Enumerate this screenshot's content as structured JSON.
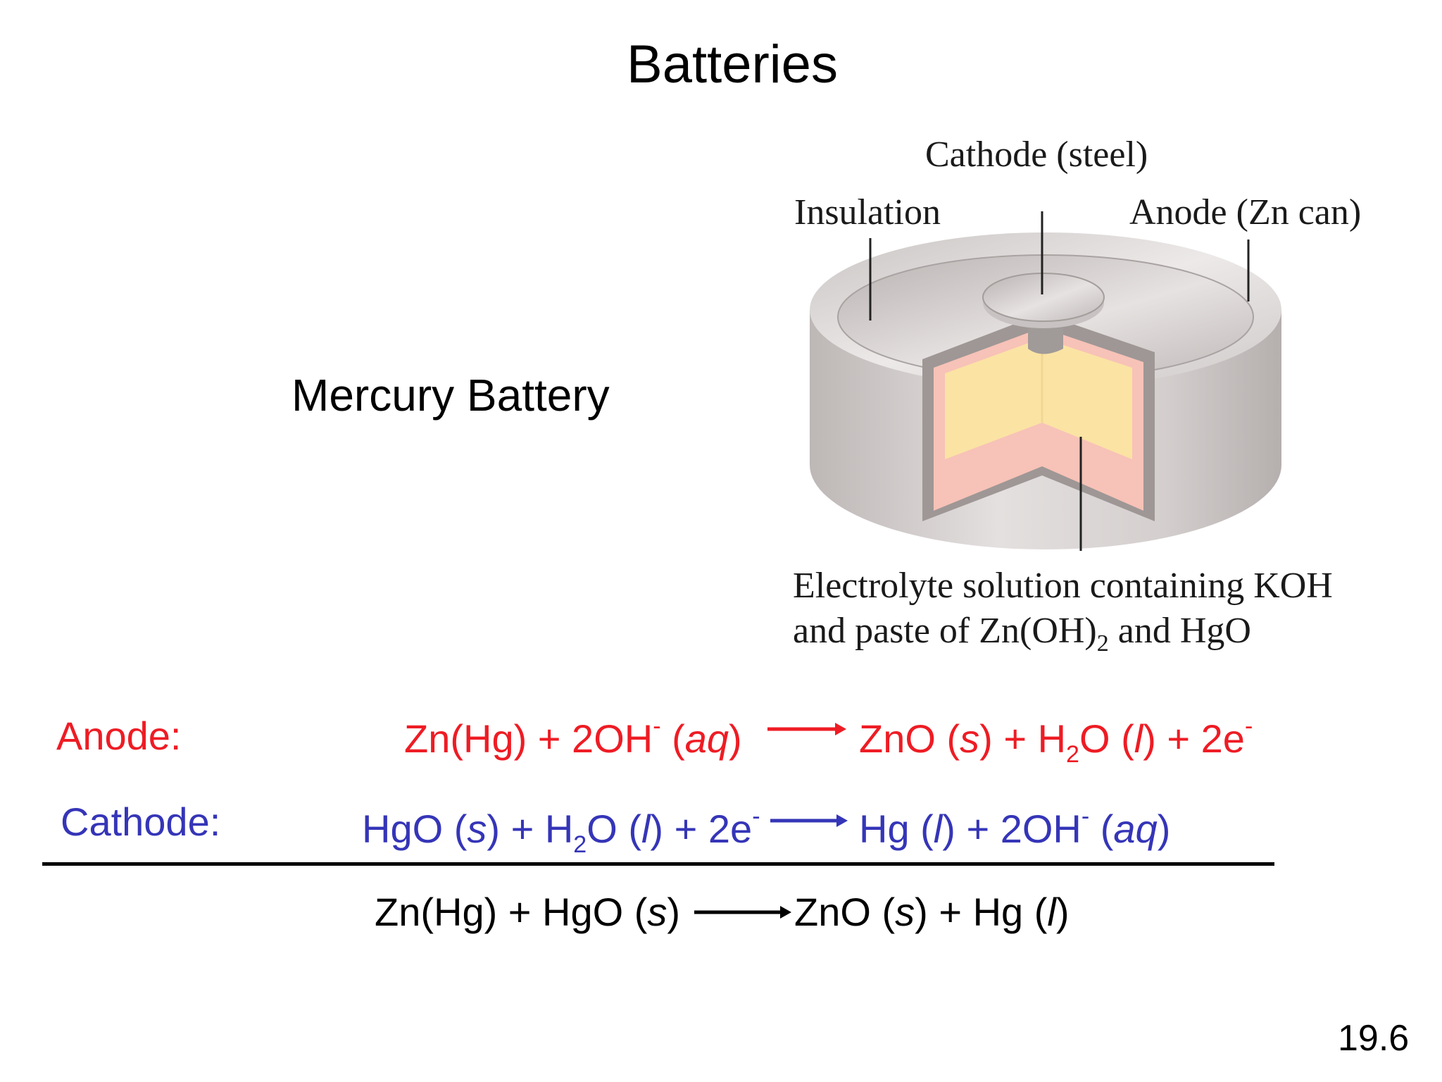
{
  "title": "Batteries",
  "subtitle": "Mercury Battery",
  "diagram": {
    "labels": {
      "cathode": "Cathode (steel)",
      "insulation": "Insulation",
      "anode": "Anode (Zn can)",
      "electrolyte_line1": "Electrolyte solution containing KOH",
      "electrolyte_line2_pre": "and paste of Zn(OH)",
      "electrolyte_line2_sub": "2",
      "electrolyte_line2_post": " and HgO"
    }
  },
  "reactions": {
    "anode": {
      "label": "Anode:",
      "reactants": {
        "a": "Zn(Hg) + 2OH",
        "sup": "-",
        "b": " (",
        "state": "aq",
        "c": ")"
      },
      "products": {
        "a": "ZnO (",
        "s1": "s",
        "b": ") + H",
        "sub": "2",
        "c": "O (",
        "s2": "l",
        "d": ") + 2e",
        "sup": "-"
      },
      "color": "#ee1c24"
    },
    "cathode": {
      "label": "Cathode:",
      "reactants": {
        "a": "HgO (",
        "s1": "s",
        "b": ") + H",
        "sub": "2",
        "c": "O (",
        "s2": "l",
        "d": ") + 2e",
        "sup": "-"
      },
      "products": {
        "a": "Hg (",
        "s1": "l",
        "b": ") + 2OH",
        "sup": "-",
        "c": " (",
        "s2": "aq",
        "d": ")"
      },
      "color": "#3535b8"
    },
    "overall": {
      "reactants": {
        "a": "Zn(Hg) + HgO (",
        "s1": "s",
        "b": ")"
      },
      "products": {
        "a": "ZnO (",
        "s1": "s",
        "b": ") + Hg (",
        "s2": "l",
        "c": ")"
      }
    }
  },
  "page_number": "19.6"
}
